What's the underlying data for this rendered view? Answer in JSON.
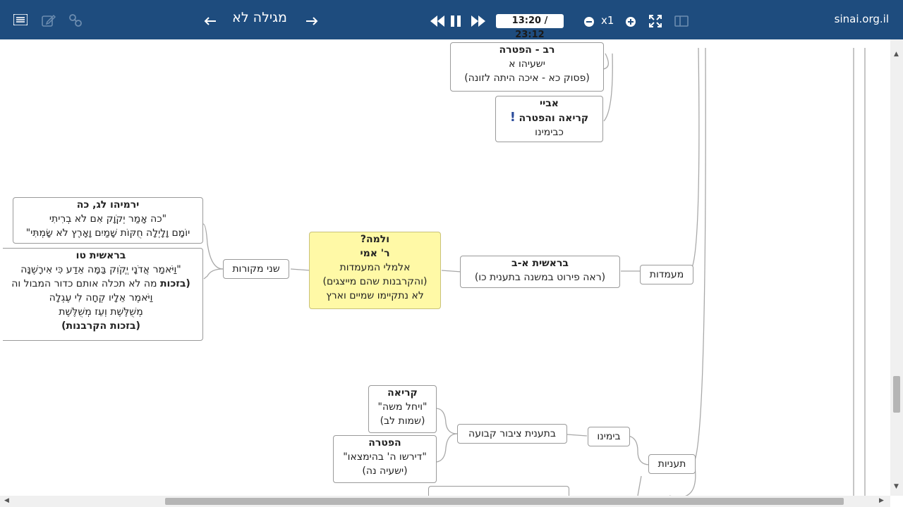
{
  "toolbar": {
    "icons": [
      "menu-icon",
      "edit-icon",
      "link-icon",
      "arrow-left-icon",
      "arrow-right-icon",
      "rewind-icon",
      "pause-icon",
      "fast-forward-icon",
      "zoom-out-icon",
      "zoom-in-icon",
      "fullscreen-icon",
      "split-view-icon"
    ],
    "title": "מגילה לא",
    "time": "13:20 / 23:12",
    "zoom": "x1",
    "site": "sinai.org.il"
  },
  "nodes": {
    "rav": {
      "l1": "רב - הפטרה",
      "l2": "ישעיהו א",
      "l3": "(פסוק כא - איכה היתה לזונה)"
    },
    "abaye": {
      "l1": "אביי",
      "l2": "קריאה והפטרה",
      "l3": "כבימינו"
    },
    "yirmiyahu": {
      "l1": "ירמיהו לג, כה",
      "l2": "\"כה אָמַר יְקֹוָק אִם לֹא בְרִיתִי",
      "l3": "יוֹמָם וָלָיְלָה חֻקּוֹת שָׁמַיִם וָאָרֶץ לֹא שָׂמְתִּי\""
    },
    "bereshit_tv": {
      "l1": "בראשית טו",
      "l2": "\"וַיֹּאמַר אֲדֹנָי יֱקֹוִק בַּמָּה אֵדַע כִּי אִירָשֶׁנָּה",
      "l3a": "(בזכות",
      "l3b": " מה לא תכלה אותם כדור המבול וה",
      "l4": "וַיֹּאמֶר אֵלָיו קְחָה לִי עֶגְלָה",
      "l5": "מְשֻׁלֶּשֶׁת וְעֵז מְשֻׁלֶּשֶׁת",
      "l6": "(בזכות הקרבנות)"
    },
    "shnei": {
      "l1": "שני מקורות"
    },
    "ulma": {
      "l1": "ולמה?",
      "l2": "ר' אמי",
      "l3": "אלמלי המעמדות",
      "l4": "(והקרבנות שהם מייצגים)",
      "l5": "לא נתקיימו שמיים וארץ"
    },
    "bereshit_ab": {
      "l1": "בראשית א-ב",
      "l2": "(ראה פירוט במשנה בתענית כו)"
    },
    "maamadot": {
      "l1": "מעמדות"
    },
    "kriah": {
      "l1": "קריאה",
      "l2": "\"ויחל משה\"",
      "l3": "(שמות לב)"
    },
    "haftara": {
      "l1": "הפטרה",
      "l2": "\"דירשו ה' בהימצאו\"",
      "l3": "(ישעיה נה)"
    },
    "taanit_tzibur": {
      "l1": "בתענית ציבור קבועה"
    },
    "beyamenu": {
      "l1": "בימינו"
    },
    "taaniyot": {
      "l1": "תעניות"
    }
  }
}
